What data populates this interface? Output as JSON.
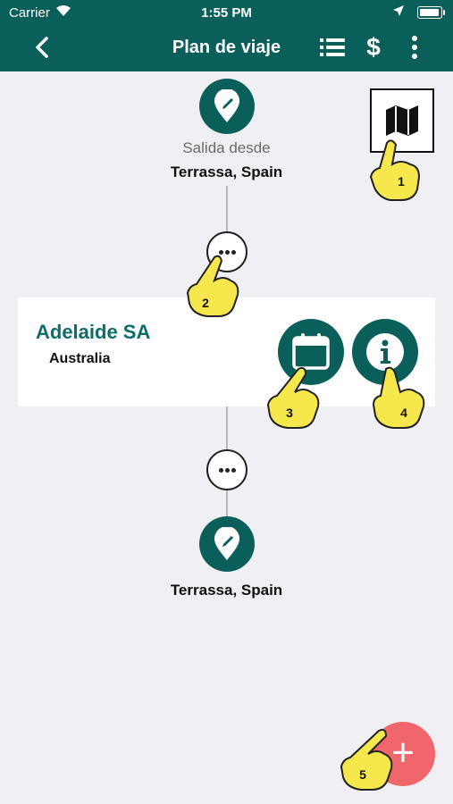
{
  "status_bar": {
    "carrier": "Carrier",
    "time": "1:55 PM"
  },
  "nav": {
    "title": "Plan de viaje",
    "dollar": "$"
  },
  "origin": {
    "label": "Salida desde",
    "place": "Terrassa, Spain"
  },
  "stop": {
    "city": "Adelaide SA",
    "country": "Australia"
  },
  "destination": {
    "place": "Terrassa, Spain"
  },
  "fab": {
    "symbol": "+"
  },
  "hints": [
    "1",
    "2",
    "3",
    "4",
    "5"
  ],
  "colors": {
    "primary": "#0b5f5b",
    "title_text": "#0b6e69",
    "fab": "#f0666b",
    "hand": "#f6e84c"
  },
  "icons": [
    "back-chevron-icon",
    "list-icon",
    "dollar-icon",
    "more-vertical-icon",
    "map-pin-edit-icon",
    "map-icon",
    "more-horizontal-icon",
    "calendar-icon",
    "info-icon",
    "plus-icon",
    "pointing-hand-icon"
  ]
}
